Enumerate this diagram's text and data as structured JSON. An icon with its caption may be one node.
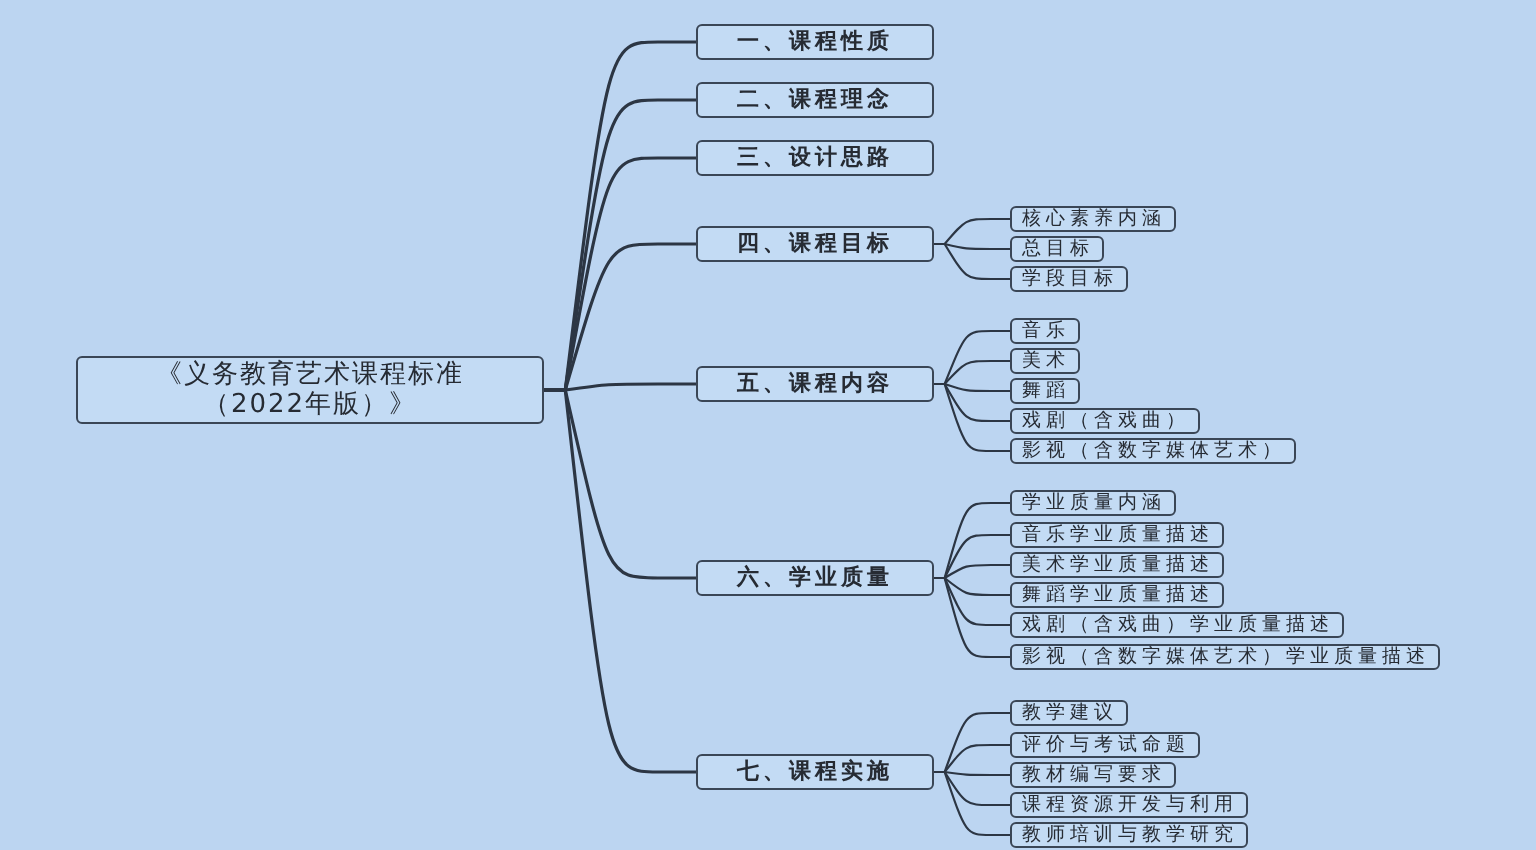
{
  "diagram": {
    "nodes": [
      {
        "text": [
          "《义务教育艺术课程标准（2022年版）》"
        ]
      },
      {
        "text": [
          "一、课程性质"
        ]
      },
      {
        "text": [
          "二、课程理念"
        ]
      },
      {
        "text": [
          "三、设计思路"
        ]
      },
      {
        "text": [
          "四、课程目标"
        ]
      },
      {
        "text": [
          "核心素养内涵"
        ]
      },
      {
        "text": [
          "总目标"
        ]
      },
      {
        "text": [
          "学段目标"
        ]
      },
      {
        "text": [
          "五、课程内容"
        ]
      },
      {
        "text": [
          "音乐"
        ]
      },
      {
        "text": [
          "美术"
        ]
      },
      {
        "text": [
          "舞蹈"
        ]
      },
      {
        "text": [
          "戏剧（含戏曲）"
        ]
      },
      {
        "text": [
          "影视（含数字媒体艺术）"
        ]
      },
      {
        "text": [
          "六、学业质量"
        ]
      },
      {
        "text": [
          "学业质量内涵"
        ]
      },
      {
        "text": [
          "音乐学业质量描述"
        ]
      },
      {
        "text": [
          "美术学业质量描述"
        ]
      },
      {
        "text": [
          "舞蹈学业质量描述"
        ]
      },
      {
        "text": [
          "戏剧（含戏曲）学业质量描述"
        ]
      },
      {
        "text": [
          "影视（含数字媒体艺术）学业质量描述"
        ]
      },
      {
        "text": [
          "七、课程实施"
        ]
      },
      {
        "text": [
          "教学建议"
        ]
      },
      {
        "text": [
          "评价与考试命题"
        ]
      },
      {
        "text": [
          "教材编写要求"
        ]
      },
      {
        "text": [
          "课程资源开发与利用"
        ]
      },
      {
        "text": [
          "教师培训与教学研究"
        ]
      }
    ],
    "edges": [
      {
        "from": 0,
        "to": 1,
        "arrow": "none"
      },
      {
        "from": 0,
        "to": 2,
        "arrow": "none"
      },
      {
        "from": 0,
        "to": 3,
        "arrow": "none"
      },
      {
        "from": 0,
        "to": 4,
        "arrow": "none"
      },
      {
        "from": 0,
        "to": 8,
        "arrow": "none"
      },
      {
        "from": 0,
        "to": 14,
        "arrow": "none"
      },
      {
        "from": 0,
        "to": 21,
        "arrow": "none"
      },
      {
        "from": 4,
        "to": 5,
        "arrow": "none"
      },
      {
        "from": 4,
        "to": 6,
        "arrow": "none"
      },
      {
        "from": 4,
        "to": 7,
        "arrow": "none"
      },
      {
        "from": 8,
        "to": 9,
        "arrow": "none"
      },
      {
        "from": 8,
        "to": 10,
        "arrow": "none"
      },
      {
        "from": 8,
        "to": 11,
        "arrow": "none"
      },
      {
        "from": 8,
        "to": 12,
        "arrow": "none"
      },
      {
        "from": 8,
        "to": 13,
        "arrow": "none"
      },
      {
        "from": 14,
        "to": 15,
        "arrow": "none"
      },
      {
        "from": 14,
        "to": 16,
        "arrow": "none"
      },
      {
        "from": 14,
        "to": 17,
        "arrow": "none"
      },
      {
        "from": 14,
        "to": 18,
        "arrow": "none"
      },
      {
        "from": 14,
        "to": 19,
        "arrow": "none"
      },
      {
        "from": 14,
        "to": 20,
        "arrow": "none"
      },
      {
        "from": 21,
        "to": 22,
        "arrow": "none"
      },
      {
        "from": 21,
        "to": 23,
        "arrow": "none"
      },
      {
        "from": 21,
        "to": 24,
        "arrow": "none"
      },
      {
        "from": 21,
        "to": 25,
        "arrow": "none"
      },
      {
        "from": 21,
        "to": 26,
        "arrow": "none"
      }
    ]
  }
}
